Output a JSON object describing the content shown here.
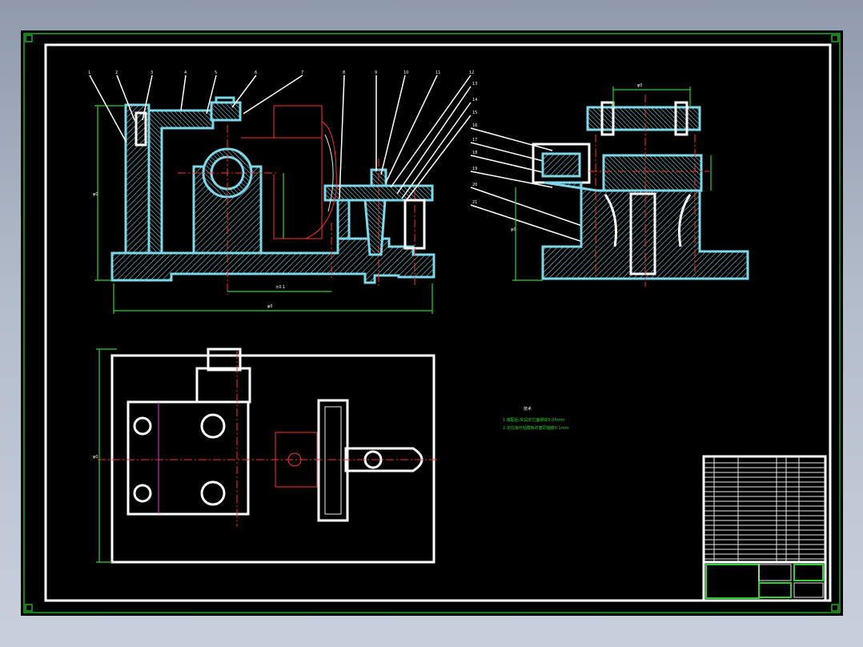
{
  "drawing": {
    "part_labels": [
      "1",
      "2",
      "3",
      "4",
      "5",
      "6",
      "7",
      "8",
      "9",
      "10",
      "11",
      "12",
      "13",
      "14",
      "15",
      "16",
      "17",
      "18",
      "19",
      "20",
      "21"
    ],
    "dimensions": {
      "center_distance": "±0.1",
      "overall_length": "φ0",
      "height": "φ0",
      "side_height": "φ0",
      "side_width": "φ0",
      "plan_width": "φ0"
    },
    "technical_notes": {
      "title": "技术",
      "line1": "1.装配后,夹具定位面跳动0.05mm",
      "line2": "2.定位销与钻模板衬套同轴度0.1mm"
    }
  },
  "colors": {
    "background": "#000000",
    "outline": "#ffffff",
    "section": "#7fd6e6",
    "border": "#2fd02f",
    "centerline": "#ff3030",
    "axis": "#d040d0"
  }
}
